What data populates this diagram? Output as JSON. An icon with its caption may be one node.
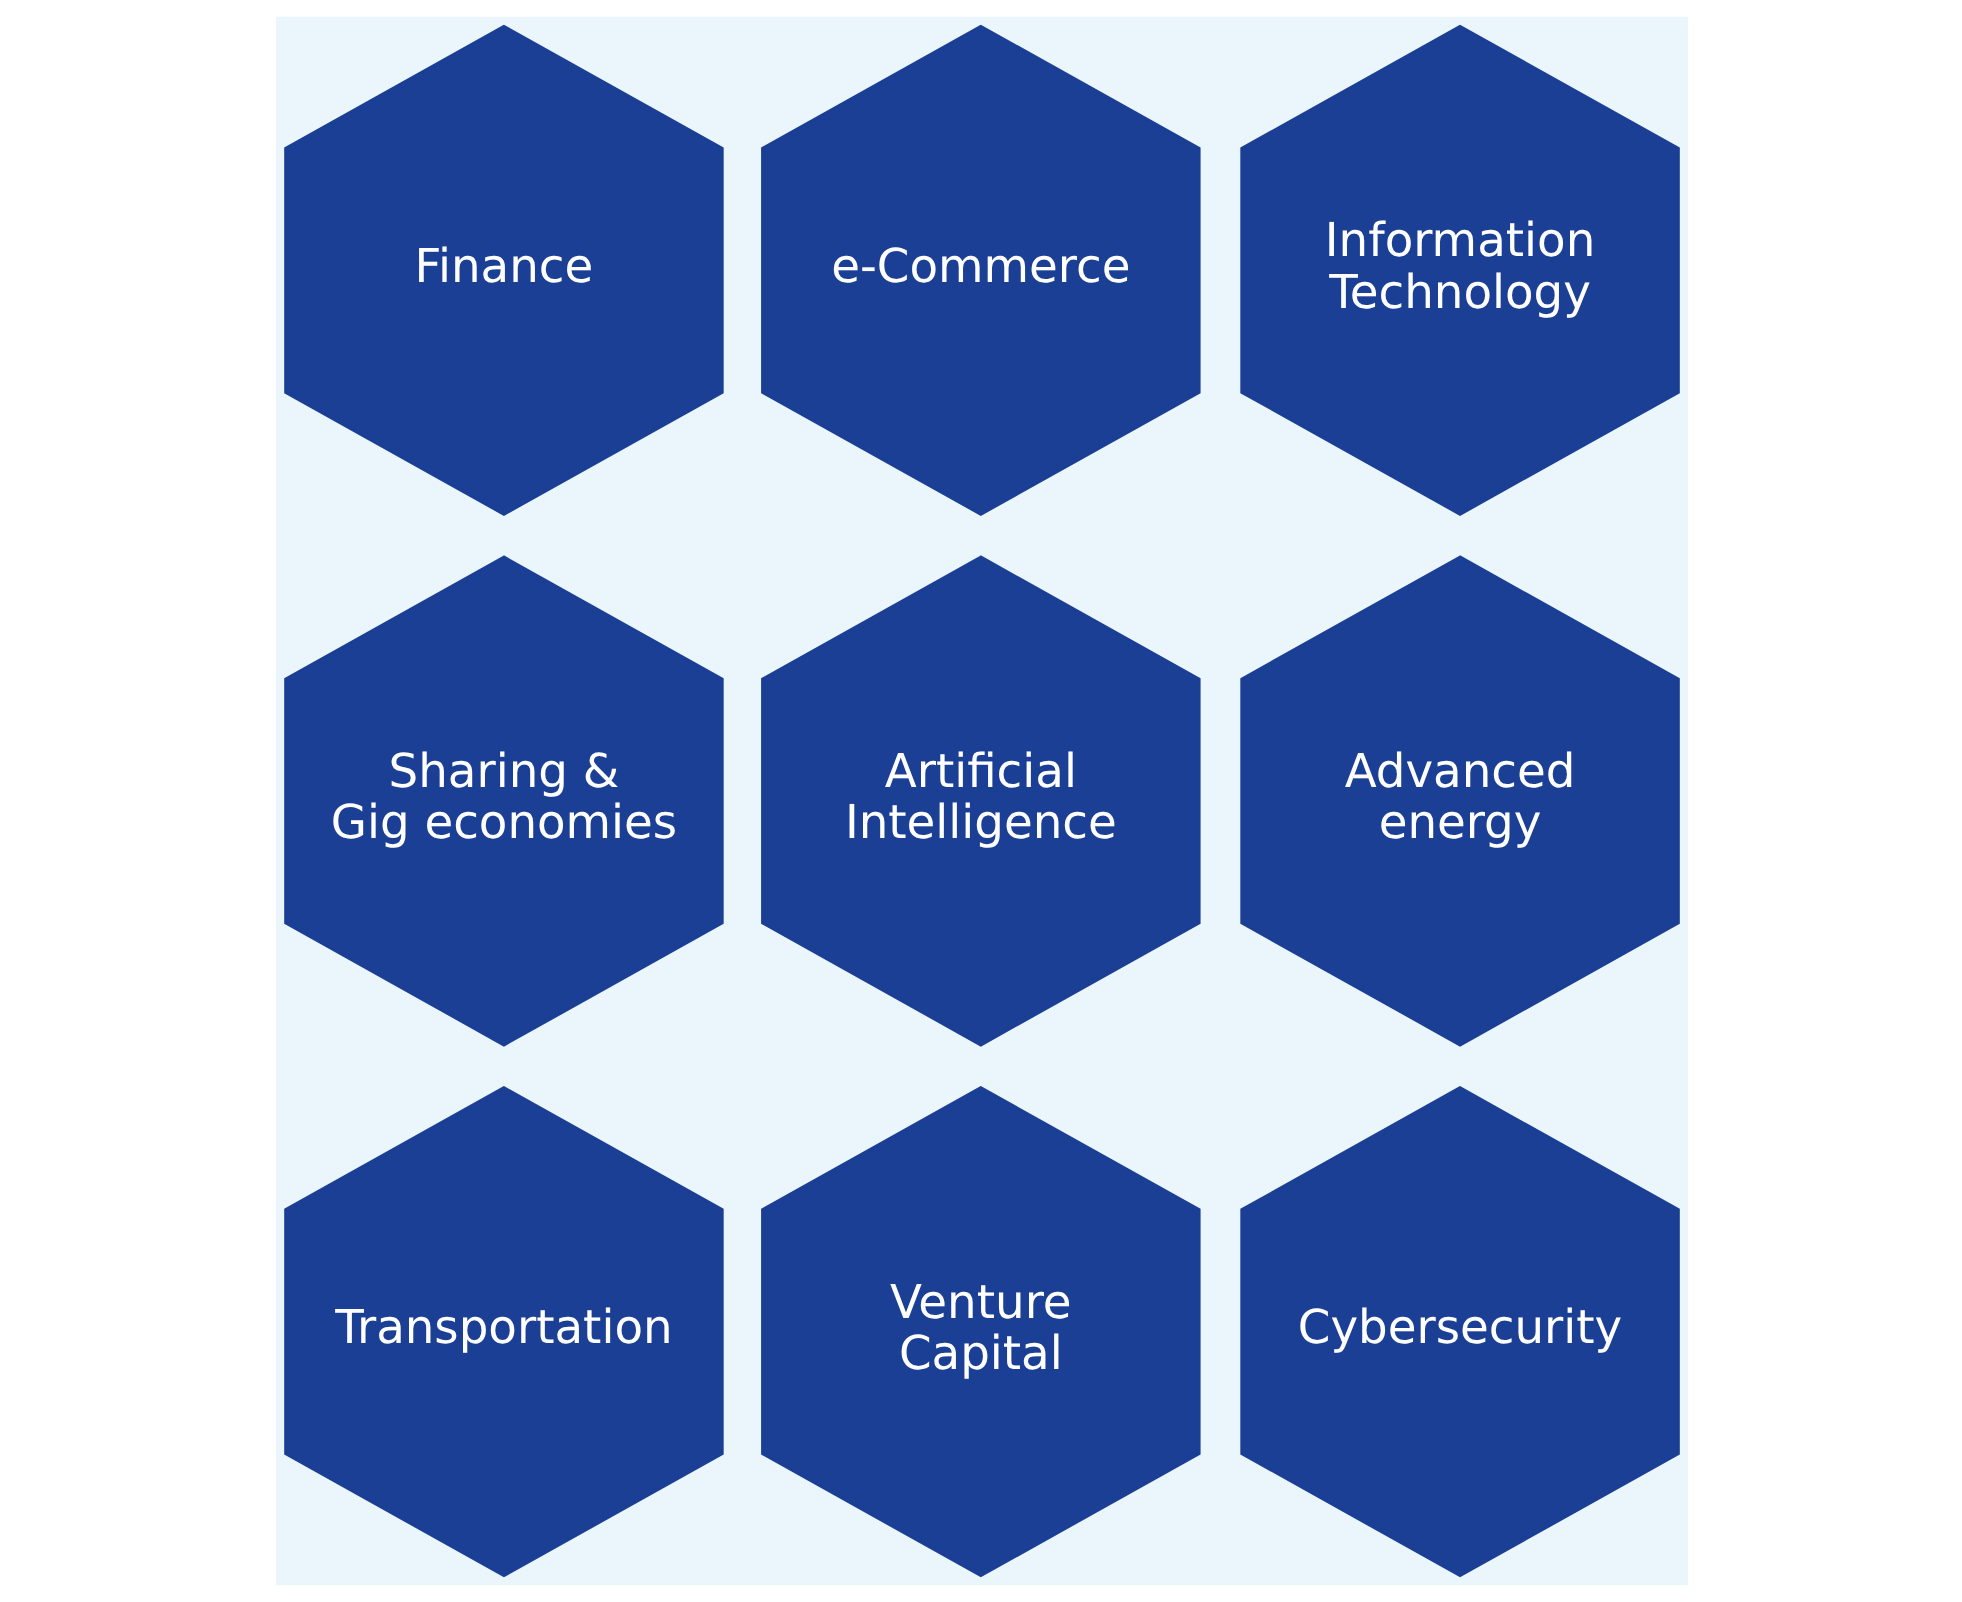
{
  "diagram": {
    "nodes": [
      {
        "text": [
          "Finance"
        ]
      },
      {
        "text": [
          "e-Commerce"
        ]
      },
      {
        "text": [
          "Information Technology"
        ]
      },
      {
        "text": [
          "Sharing & Gig economies"
        ]
      },
      {
        "text": [
          "Artificial Intelligence"
        ]
      },
      {
        "text": [
          "Advanced energy"
        ]
      },
      {
        "text": [
          "Transportation"
        ]
      },
      {
        "text": [
          "Venture Capital"
        ]
      },
      {
        "text": [
          "Cybersecurity"
        ]
      }
    ]
  }
}
